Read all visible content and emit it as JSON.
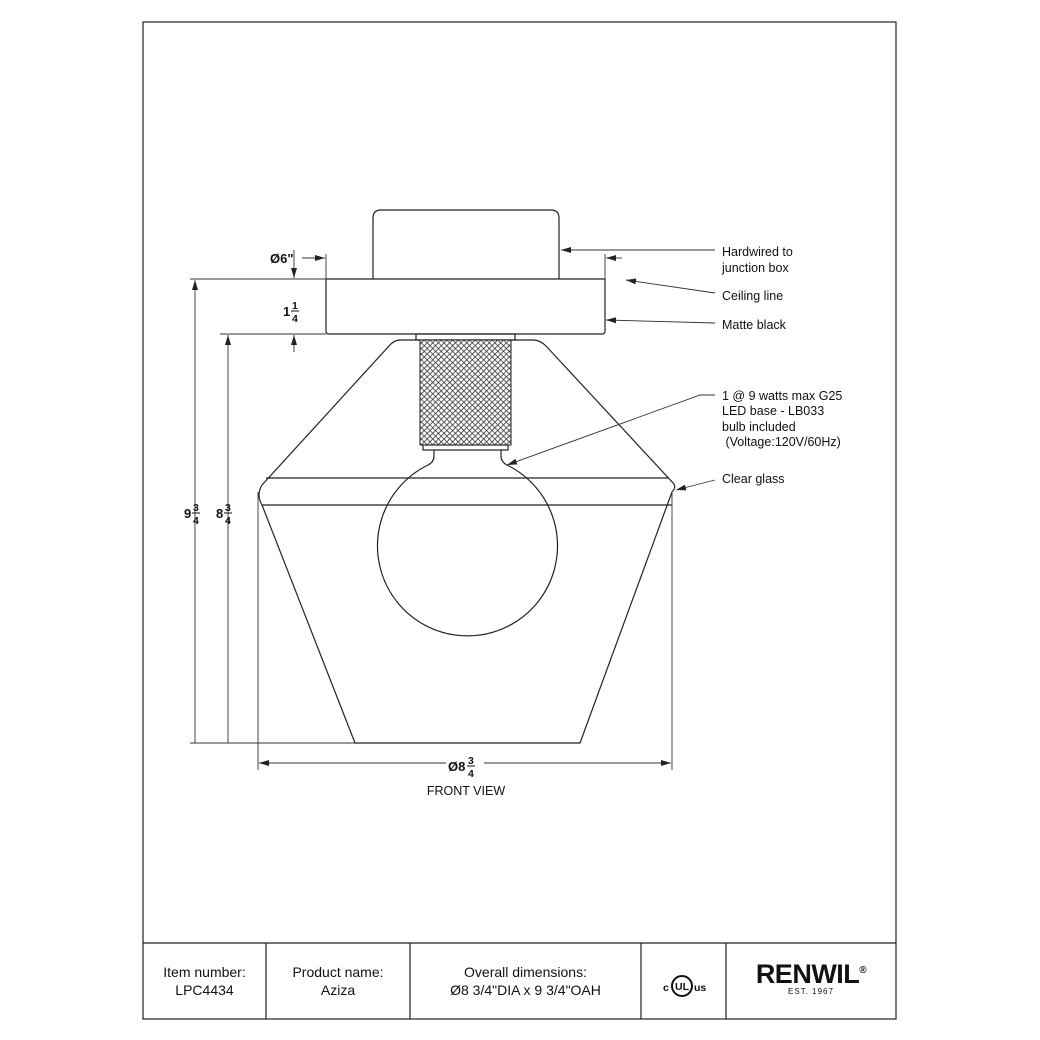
{
  "drawing": {
    "view_label": "FRONT VIEW",
    "dimensions": {
      "canopy_diameter": "Ø6\"",
      "canopy_height": {
        "whole": "1",
        "num": "1",
        "den": "4"
      },
      "overall_height": {
        "whole": "9",
        "num": "3",
        "den": "4"
      },
      "fixture_height": {
        "whole": "8",
        "num": "3",
        "den": "4"
      },
      "glass_diameter": {
        "whole": "Ø8",
        "num": "3",
        "den": "4"
      }
    },
    "callouts": {
      "hardwired": [
        "Hardwired to",
        "junction box"
      ],
      "ceiling": "Ceiling line",
      "finish": "Matte black",
      "bulb": [
        "1 @ 9 watts max G25",
        "LED base - LB033",
        "bulb included",
        " (Voltage:120V/60Hz)"
      ],
      "glass": "Clear glass"
    }
  },
  "title_block": {
    "item_label": "Item number:",
    "item_value": "LPC4434",
    "product_label": "Product name:",
    "product_value": "Aziza",
    "dimensions_label": "Overall dimensions:",
    "dimensions_value": "Ø8 3/4\"DIA x 9 3/4\"OAH",
    "cert": {
      "c": "c",
      "ul": "UL",
      "us": "us"
    },
    "brand": "RENWIL",
    "brand_mark": "®",
    "brand_est": "EST. 1967"
  }
}
